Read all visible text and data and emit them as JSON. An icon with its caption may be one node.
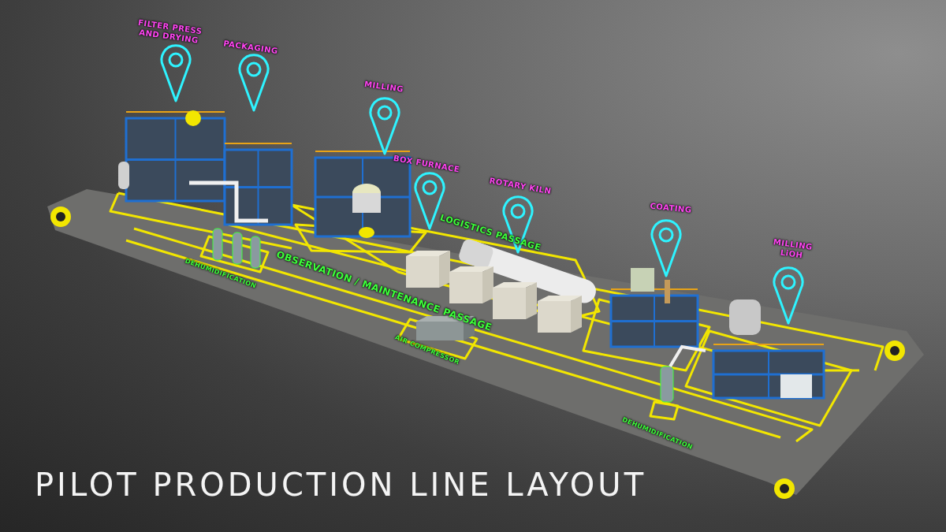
{
  "diagram": {
    "title": "PILOT PRODUCTION LINE LAYOUT",
    "labels": [
      "FILTER PRESS AND DRYING",
      "PACKAGING",
      "MILLING",
      "BOX FURNACE",
      "ROTARY KILN",
      "COATING",
      "MILLING LiOH",
      "DEHUMIDIFICATION",
      "OBSERVATION / MAINTENANCE PASSAGE",
      "LOGISTICS PASSAGE",
      "AIR COMPRESSOR",
      "DEHUMIDIFICATION"
    ]
  }
}
